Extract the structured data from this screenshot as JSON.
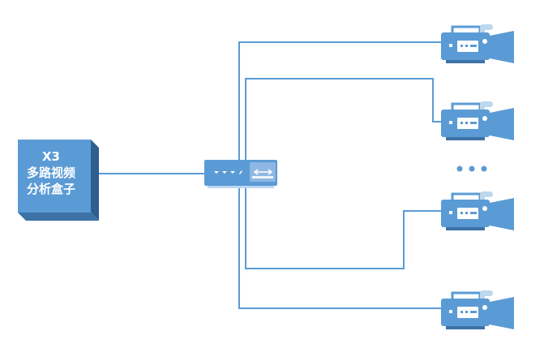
{
  "analysis_box": {
    "lines": [
      "X3",
      "多路视频",
      "分析盒子"
    ]
  },
  "switch": {
    "icon": "network-switch-icon"
  },
  "cameras": [
    {
      "icon": "video-camera-icon"
    },
    {
      "icon": "video-camera-icon"
    },
    {
      "icon": "video-camera-icon"
    },
    {
      "icon": "video-camera-icon"
    }
  ],
  "ellipsis_icon": "more-dots-icon",
  "colors": {
    "primary": "#5B9BD5",
    "dark_side": "#2E5F8F",
    "top_side": "#9EC3E8",
    "light_accent": "#BDD7EE",
    "line": "#5B9BD5"
  }
}
